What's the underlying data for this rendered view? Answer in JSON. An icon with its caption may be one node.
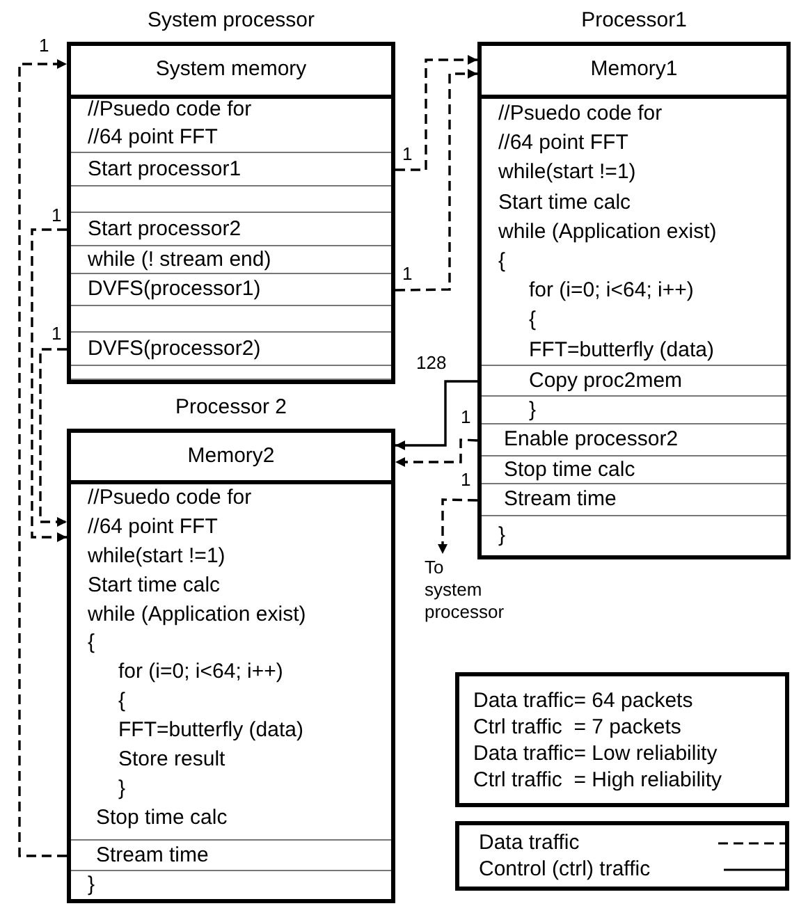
{
  "diagram": {
    "nodes": [
      {
        "text": [
          "System processor"
        ]
      },
      {
        "text": [
          "System memory"
        ],
        "in": 0
      },
      {
        "text": [
          "//Psuedo code for",
          "//64 point FFT"
        ],
        "in": 0
      },
      {
        "text": [
          "Start processor1"
        ],
        "in": 0
      },
      {
        "text": [],
        "shape": "box",
        "in": 0
      },
      {
        "text": [
          "Start processor2"
        ],
        "in": 0
      },
      {
        "text": [
          "while (! stream end)"
        ],
        "in": 0
      },
      {
        "text": [
          "DVFS(processor1)"
        ],
        "in": 0
      },
      {
        "text": [],
        "shape": "box",
        "in": 0
      },
      {
        "text": [
          "DVFS(processor2)"
        ],
        "in": 0
      },
      {
        "text": [],
        "shape": "box",
        "in": 0
      },
      {
        "text": [
          "Processor1"
        ]
      },
      {
        "text": [
          "Memory1"
        ],
        "in": 11
      },
      {
        "text": [
          "//Psuedo code for",
          "//64 point FFT",
          "while(start !=1)",
          "Start time calc",
          "while (Application exist)",
          "{",
          "for (i=0; i<64; i++)",
          "{",
          "FFT=butterfly (data)"
        ],
        "in": 11
      },
      {
        "text": [
          "Copy proc2mem"
        ],
        "in": 11
      },
      {
        "text": [
          "}"
        ],
        "in": 11
      },
      {
        "text": [
          "Enable processor2"
        ],
        "in": 11
      },
      {
        "text": [
          "Stop time calc"
        ],
        "in": 11
      },
      {
        "text": [
          "Stream time"
        ],
        "in": 11
      },
      {
        "text": [
          "}"
        ],
        "in": 11
      },
      {
        "text": [
          "Processor 2"
        ]
      },
      {
        "text": [
          "Memory2"
        ],
        "in": 20
      },
      {
        "text": [
          "//Psuedo code for",
          "//64 point FFT",
          "while(start !=1)",
          "Start time calc",
          "while (Application exist)",
          "{",
          "for (i=0; i<64; i++)",
          "{",
          "FFT=butterfly (data)",
          "Store result",
          "}",
          "Stop time calc"
        ],
        "in": 20
      },
      {
        "text": [
          "Stream time"
        ],
        "in": 20
      },
      {
        "text": [
          "}"
        ],
        "in": 20
      },
      {
        "text": [
          "To system processor"
        ]
      },
      {
        "text": [
          "Data traffic= 64 packets",
          "Ctrl traffic  = 7 packets",
          "Data traffic= Low reliability",
          "Ctrl traffic  = High reliability"
        ]
      }
    ],
    "edges": [
      {
        "from": 23,
        "to": 1,
        "arrow": "to",
        "label": "1",
        "style": "dashed"
      },
      {
        "from": 3,
        "to": 12,
        "arrow": "to",
        "label": "1",
        "style": "dashed"
      },
      {
        "from": 7,
        "to": 12,
        "arrow": "to",
        "label": "1",
        "style": "dashed"
      },
      {
        "from": 5,
        "to": 22,
        "arrow": "to",
        "label": "1",
        "style": "dashed"
      },
      {
        "from": 9,
        "to": 22,
        "arrow": "to",
        "label": "1",
        "style": "dashed"
      },
      {
        "from": 14,
        "to": 21,
        "arrow": "to",
        "label": "128"
      },
      {
        "from": 16,
        "to": 21,
        "arrow": "to",
        "label": "1",
        "style": "dashed"
      },
      {
        "from": 18,
        "to": 25,
        "arrow": "to",
        "label": "1",
        "style": "dashed"
      }
    ],
    "legend": [
      {
        "text": "Data traffic"
      },
      {
        "text": "Control (ctrl) traffic"
      }
    ]
  }
}
